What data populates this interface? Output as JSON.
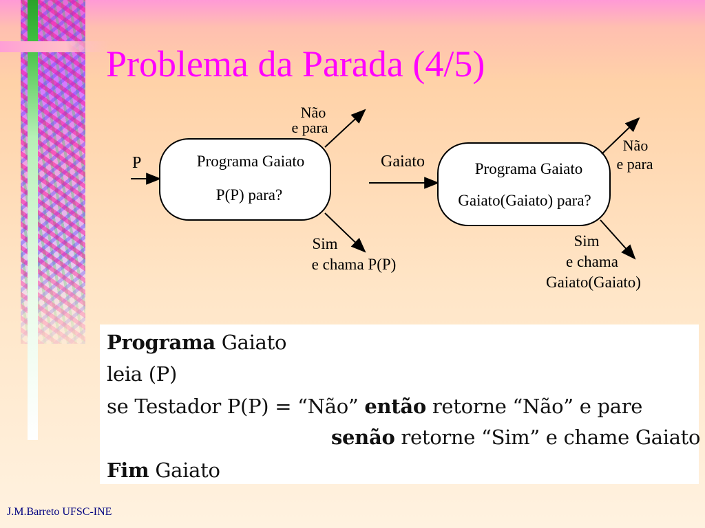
{
  "slide": {
    "title": "Problema da Parada (4/5)",
    "footer": "J.M.Barreto UFSC-INE"
  },
  "diagram": {
    "left": {
      "input_label": "P",
      "box_line1": "Programa Gaiato",
      "box_line2": "P(P) para?",
      "out_no_line1": "Não",
      "out_no_line2": "e para",
      "out_yes_line1": "Sim",
      "out_yes_line2": "e chama P(P)"
    },
    "right": {
      "input_label": "Gaiato",
      "box_line1": "Programa Gaiato",
      "box_line2": "Gaiato(Gaiato) para?",
      "out_no_line1": "Não",
      "out_no_line2": "e para",
      "out_yes_line1": "Sim",
      "out_yes_line2": "e chama",
      "out_yes_line3": "Gaiato(Gaiato)"
    }
  },
  "code": {
    "line1_kw": "Programa",
    "line1_rest": "Gaiato",
    "line2": "leia (P)",
    "line3_pre": "se Testador P(P) = “Não”",
    "line3_kw": "então",
    "line3_post": "retorne “Não” e pare",
    "line4_kw": "senão",
    "line4_post": "retorne “Sim” e chame Gaiato",
    "line5_kw": "Fim",
    "line5_rest": "Gaiato"
  }
}
